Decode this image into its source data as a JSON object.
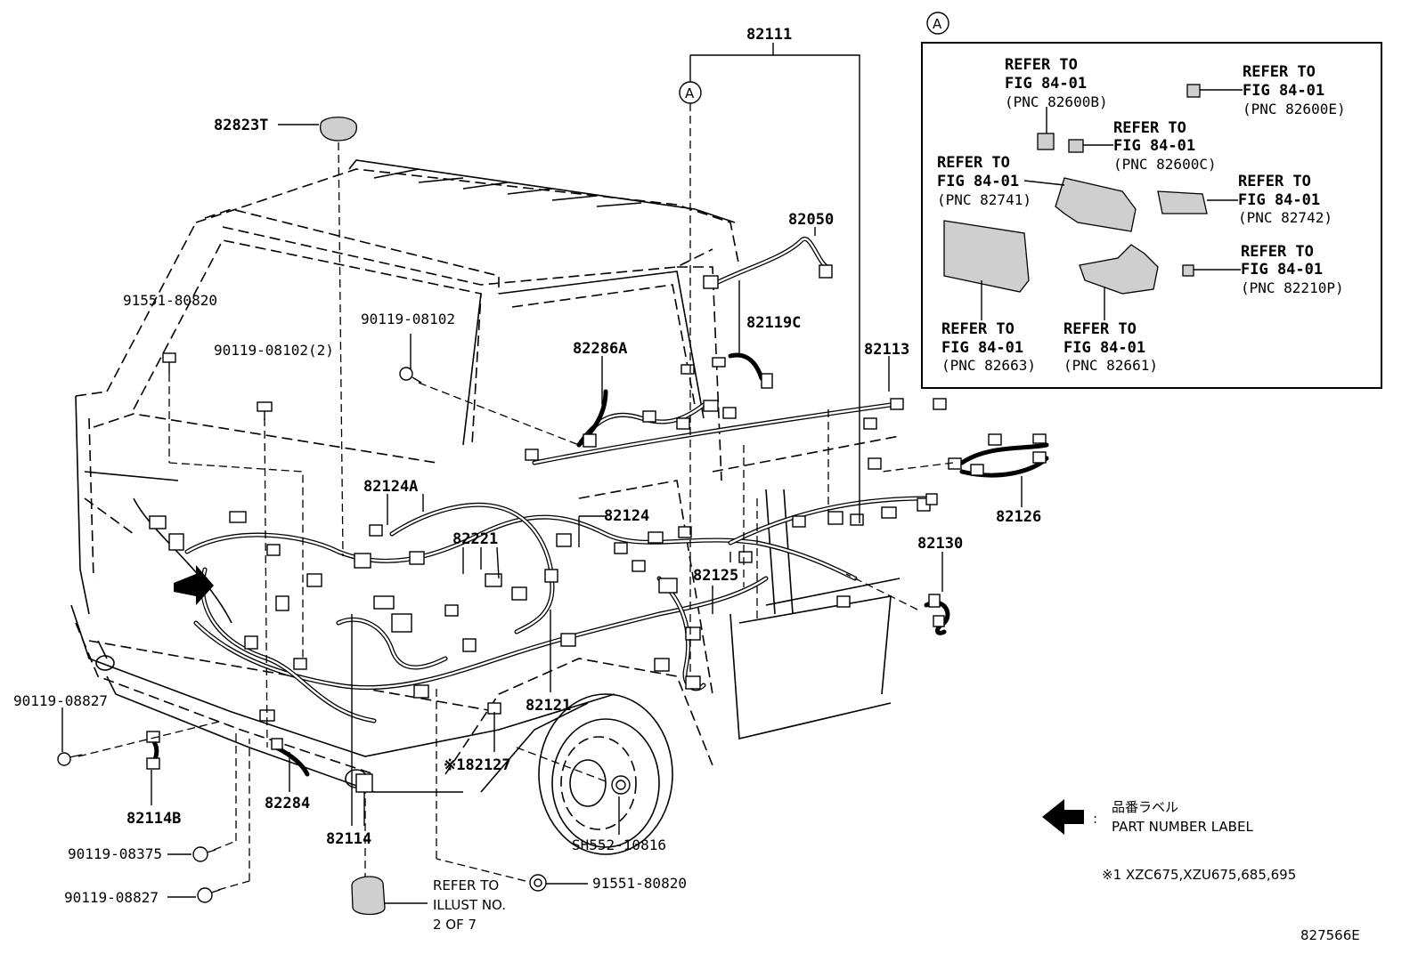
{
  "main_labels": {
    "p82111": "82111",
    "p82823t": "82823T",
    "p82050": "82050",
    "p82119c": "82119C",
    "p82286a": "82286A",
    "p82113": "82113",
    "p82126": "82126",
    "p82130": "82130",
    "p82124a": "82124A",
    "p82124": "82124",
    "p82221": "82221",
    "p82125": "82125",
    "p82121": "82121",
    "p82127": "※182127",
    "p82284": "82284",
    "p82114": "82114",
    "p82114b": "82114B",
    "b91551_top": "91551-80820",
    "b90119_08102_2": "90119-08102(2)",
    "b90119_08102": "90119-08102",
    "b90119_08827_left": "90119-08827",
    "b90119_08375": "90119-08375",
    "b90119_08827_bottom": "90119-08827",
    "b91551_bottom": "91551-80820",
    "sh552": "SH552-10816"
  },
  "callout_a": "A",
  "refer_illust": {
    "line1": "REFER TO",
    "line2": "ILLUST NO.",
    "line3": "2 OF 7"
  },
  "inset": {
    "badge": "A",
    "refs": [
      {
        "l1": "REFER TO",
        "l2": "FIG 84-01",
        "l3": "(PNC 82600B)"
      },
      {
        "l1": "REFER TO",
        "l2": "FIG 84-01",
        "l3": "(PNC 82600E)"
      },
      {
        "l1": "REFER TO",
        "l2": "FIG 84-01",
        "l3": "(PNC 82600C)"
      },
      {
        "l1": "REFER TO",
        "l2": "FIG 84-01",
        "l3": "(PNC 82741)"
      },
      {
        "l1": "REFER TO",
        "l2": "FIG 84-01",
        "l3": "(PNC 82742)"
      },
      {
        "l1": "REFER TO",
        "l2": "FIG 84-01",
        "l3": "(PNC 82210P)"
      },
      {
        "l1": "REFER TO",
        "l2": "FIG 84-01",
        "l3": "(PNC 82663)"
      },
      {
        "l1": "REFER TO",
        "l2": "FIG 84-01",
        "l3": "(PNC 82661)"
      }
    ]
  },
  "legend": {
    "jp": "品番ラベル",
    "en": "PART NUMBER LABEL",
    "colon": ":",
    "note": "※1 XZC675,XZU675,685,695"
  },
  "figure_id": "827566E"
}
